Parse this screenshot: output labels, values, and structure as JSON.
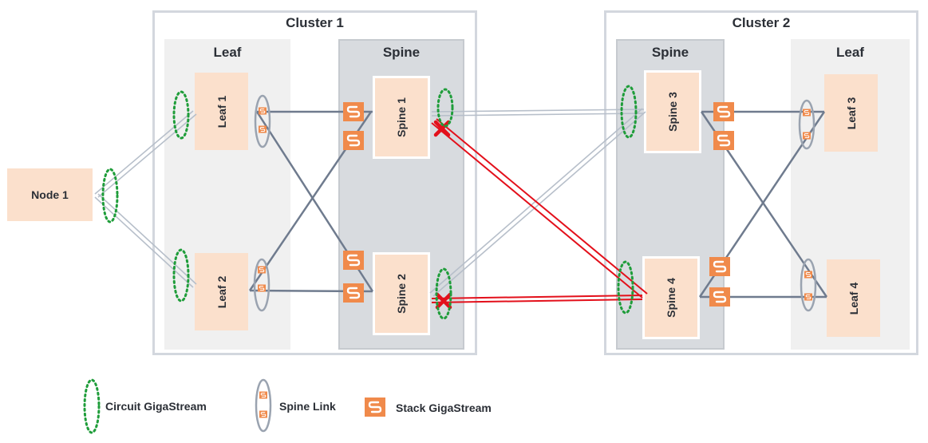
{
  "clusters": [
    {
      "title": "Cluster 1",
      "leaf_title": "Leaf",
      "spine_title": "Spine"
    },
    {
      "title": "Cluster 2",
      "leaf_title": "Leaf",
      "spine_title": "Spine"
    }
  ],
  "nodes": {
    "node1": "Node 1",
    "leaf1": "Leaf 1",
    "leaf2": "Leaf 2",
    "leaf3": "Leaf 3",
    "leaf4": "Leaf 4",
    "spine1": "Spine 1",
    "spine2": "Spine 2",
    "spine3": "Spine 3",
    "spine4": "Spine 4"
  },
  "legend": {
    "circuit": "Circuit GigaStream",
    "spine_link": "Spine Link",
    "stack": "Stack GigaStream"
  },
  "colors": {
    "node_fill": "#fbe0cc",
    "leaf_panel": "#f0f0f0",
    "spine_panel": "#d8dbdf",
    "cluster_border": "#d3d7de",
    "link": "#6f7b8e",
    "inter_cluster_link": "#b7bfca",
    "failed_link": "#e3101b",
    "circuit_gigastream": "#1f9d3a",
    "spine_link_oval": "#9aa3b0",
    "stack_gigastream": "#f08a4b"
  }
}
